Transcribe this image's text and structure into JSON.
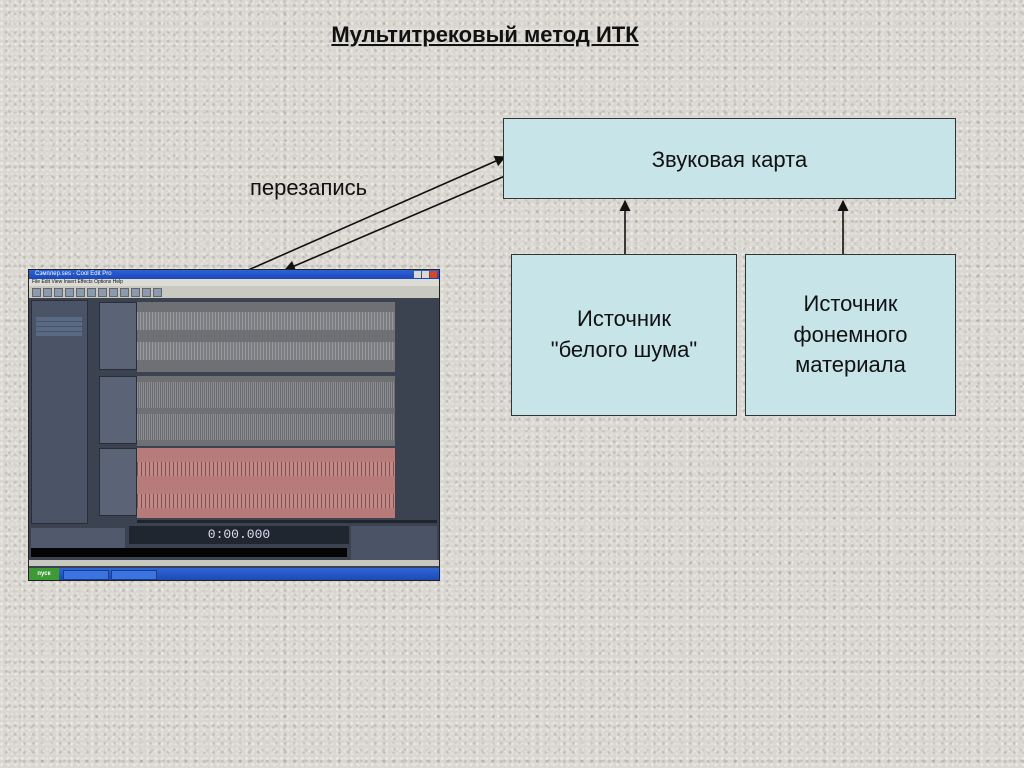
{
  "title": "Мультитрековый метод ИТК",
  "boxes": {
    "sound_card": "Звуковая карта",
    "white_noise": "Источник\n\"белого шума\"",
    "phoneme": "Источник\nфонемного\nматериала"
  },
  "labels": {
    "rerecord": "перезапись"
  },
  "screenshot": {
    "window_title": "Сэмплер.ses - Cool Edit Pro",
    "menu": "File  Edit  View  Insert  Effects  Options  Help",
    "time_display": "0:00.000",
    "start_button": "пуск"
  },
  "colors": {
    "box_fill": "#c7e4e8",
    "wave_grey": "#6f7074",
    "wave_pink": "#b77b7a"
  }
}
